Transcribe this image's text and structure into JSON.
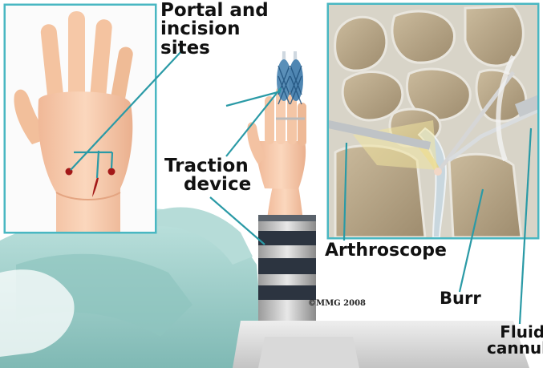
{
  "labels": {
    "portal_line1": "Portal and",
    "portal_line2": "incision",
    "portal_line3": "sites",
    "traction_line1": "Traction",
    "traction_line2": "device",
    "arthroscope": "Arthroscope",
    "burr": "Burr",
    "fluid_line1": "Fluid",
    "fluid_line2": "cannula",
    "copyright": "©MMG 2008"
  },
  "colors": {
    "leader": "#2a9aa6",
    "inset_border": "#49b7c2",
    "skin": "#f6c6a4",
    "drape": "#9fcfcb",
    "bone": "#b9a88b",
    "incision": "#a31818"
  }
}
